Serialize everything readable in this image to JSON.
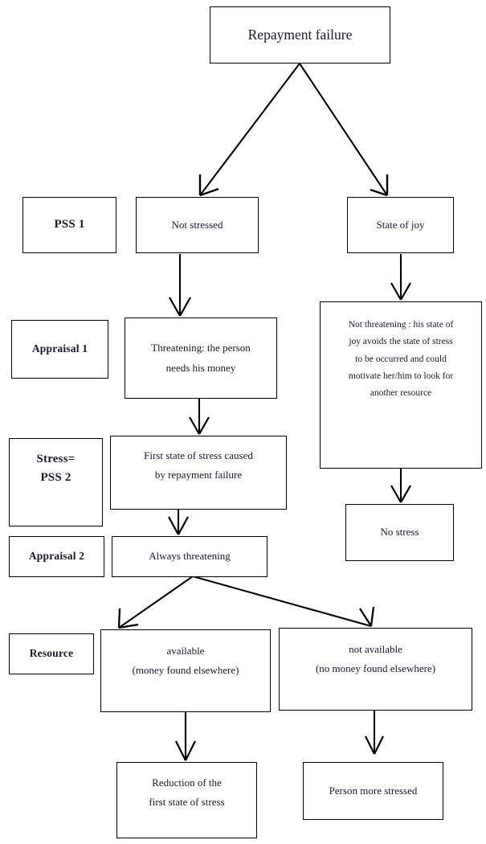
{
  "diagram": {
    "title": "Repayment failure flowchart",
    "stroke_color": "#000000",
    "text_color": "#1a1a2e",
    "background": "#ffffff",
    "nodes": {
      "root": {
        "text": "Repayment failure"
      },
      "pss1_label": {
        "text": "PSS 1"
      },
      "not_stressed": {
        "text": "Not stressed"
      },
      "state_of_joy": {
        "text": "State of joy"
      },
      "appraisal1_label": {
        "text": "Appraisal 1"
      },
      "threatening": {
        "line1": "Threatening: the person",
        "line2": "needs his money"
      },
      "not_threatening": {
        "line1": "Not threatening : his state of",
        "line2": "joy avoids the state of stress",
        "line3": "to be occurred and could",
        "line4": "motivate her/him to look for",
        "line5": "another resource"
      },
      "stress_pss2_label": {
        "line1": "Stress=",
        "line2": "PSS 2"
      },
      "first_state": {
        "line1": "First state of stress caused",
        "line2": "by repayment failure"
      },
      "no_stress": {
        "text": "No stress"
      },
      "appraisal2_label": {
        "text": "Appraisal 2"
      },
      "always_threatening": {
        "text": "Always threatening"
      },
      "resource_label": {
        "text": "Resource"
      },
      "available": {
        "line1": "available",
        "line2": "(money found elsewhere)"
      },
      "not_available": {
        "line1": "not available",
        "line2": "(no money found elsewhere)"
      },
      "reduction": {
        "line1": "Reduction of the",
        "line2": "first state of stress"
      },
      "more_stressed": {
        "text": "Person more stressed"
      }
    },
    "edges": [
      {
        "name": "root-to-not-stressed",
        "from": "root",
        "to": "not_stressed",
        "style": "diagonal-arrow"
      },
      {
        "name": "root-to-state-of-joy",
        "from": "root",
        "to": "state_of_joy",
        "style": "diagonal-arrow"
      },
      {
        "name": "not-stressed-to-threatening",
        "from": "not_stressed",
        "to": "threatening",
        "style": "vertical-arrow"
      },
      {
        "name": "state-of-joy-to-not-threatening",
        "from": "state_of_joy",
        "to": "not_threatening",
        "style": "vertical-arrow"
      },
      {
        "name": "threatening-to-first-state",
        "from": "threatening",
        "to": "first_state",
        "style": "vertical-arrow"
      },
      {
        "name": "not-threatening-to-no-stress",
        "from": "not_threatening",
        "to": "no_stress",
        "style": "vertical-arrow"
      },
      {
        "name": "first-state-to-always-threatening",
        "from": "first_state",
        "to": "always_threatening",
        "style": "vertical-arrow"
      },
      {
        "name": "always-threatening-to-available",
        "from": "always_threatening",
        "to": "available",
        "style": "diagonal-arrow"
      },
      {
        "name": "always-threatening-to-not-available",
        "from": "always_threatening",
        "to": "not_available",
        "style": "diagonal-arrow"
      },
      {
        "name": "available-to-reduction",
        "from": "available",
        "to": "reduction",
        "style": "vertical-arrow"
      },
      {
        "name": "not-available-to-more-stressed",
        "from": "not_available",
        "to": "more_stressed",
        "style": "vertical-arrow"
      }
    ]
  }
}
